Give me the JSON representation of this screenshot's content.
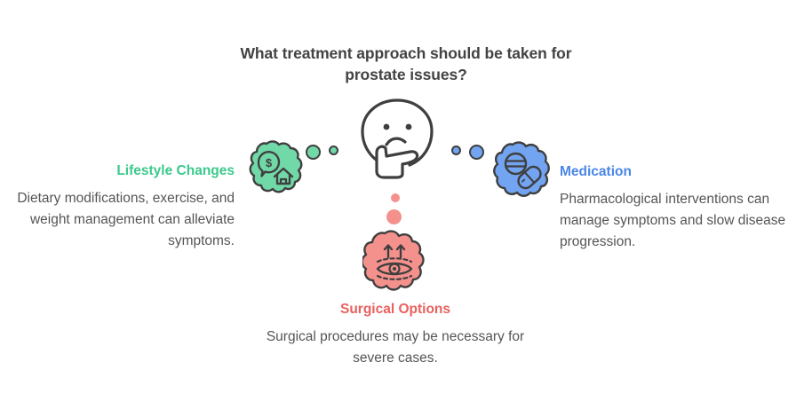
{
  "title": "What treatment approach should be taken for prostate issues?",
  "colors": {
    "title_text": "#434343",
    "body_text": "#555555",
    "green": "#3bc98a",
    "green_fill": "#71d8a7",
    "blue": "#4a86e8",
    "blue_fill": "#73a4f2",
    "pink": "#e8615e",
    "pink_fill": "#f5918d",
    "outline": "#3f3f3f",
    "background": "#ffffff"
  },
  "center": {
    "icon": "thinking-face-icon"
  },
  "branches": [
    {
      "id": "lifestyle",
      "heading": "Lifestyle Changes",
      "body": "Dietary modifications, exercise, and weight management can alleviate symptoms.",
      "icon": "money-house-icon",
      "color": "#3bc98a",
      "position": "left"
    },
    {
      "id": "medication",
      "heading": "Medication",
      "body": "Pharmacological interventions can manage symptoms and slow disease progression.",
      "icon": "pills-icon",
      "color": "#4a86e8",
      "position": "right"
    },
    {
      "id": "surgical",
      "heading": "Surgical Options",
      "body": "Surgical procedures may be necessary for severe cases.",
      "icon": "eye-arrows-icon",
      "color": "#e8615e",
      "position": "bottom"
    }
  ]
}
